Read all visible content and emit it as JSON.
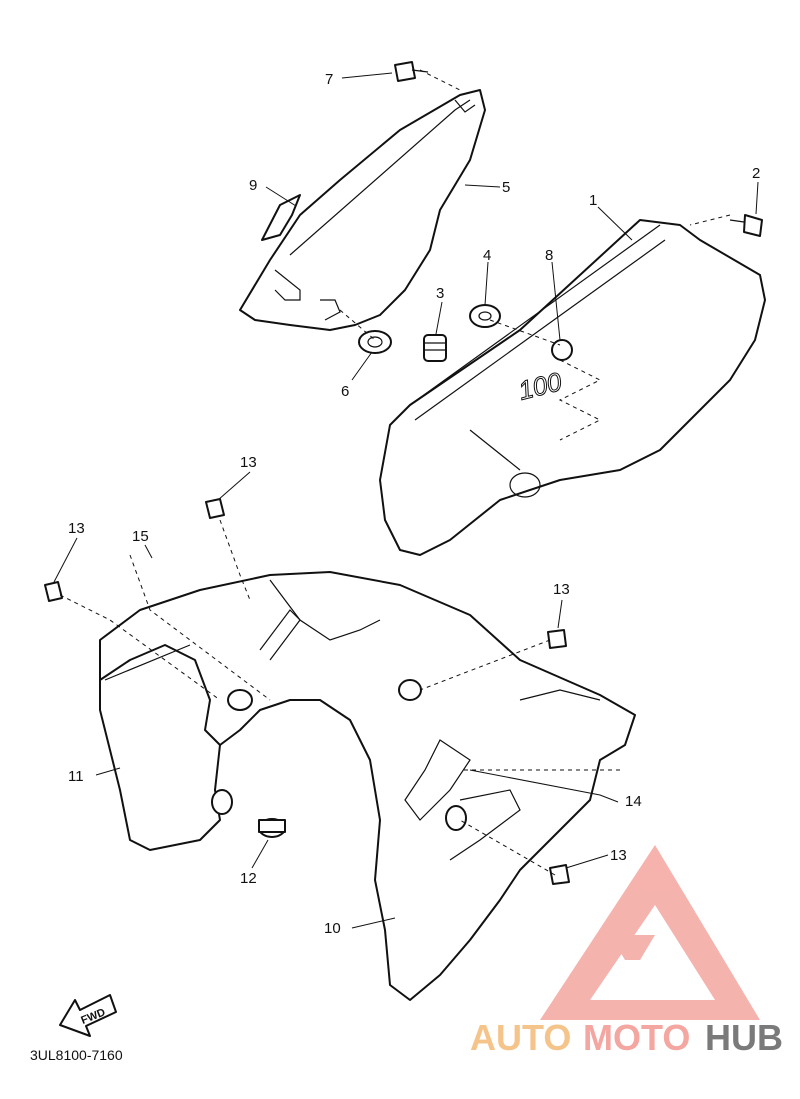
{
  "diagram": {
    "callouts": [
      "1",
      "2",
      "3",
      "4",
      "5",
      "6",
      "7",
      "8",
      "9",
      "10",
      "11",
      "12",
      "13",
      "13",
      "13",
      "13",
      "14",
      "15"
    ],
    "decal_text": "100",
    "fwd_label": "FWD",
    "reference_code": "3UL8100-7160"
  },
  "watermark": {
    "part1": "AUTO",
    "part2": "MOTO",
    "part3": "HUB",
    "colors": {
      "auto": "#f5c48a",
      "moto": "#f4a6a0",
      "hub": "#7a7a7a",
      "triangle": "#f4a6a0"
    }
  }
}
